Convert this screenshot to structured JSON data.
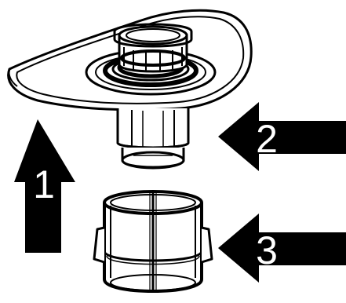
{
  "callouts": [
    {
      "number": "1",
      "points_to": "up"
    },
    {
      "number": "2",
      "points_to": "filter-cylinder"
    },
    {
      "number": "3",
      "points_to": "coarse-filter-cup"
    }
  ],
  "colors": {
    "line": "#000000",
    "background": "#ffffff",
    "callout_text": "#ffffff"
  }
}
